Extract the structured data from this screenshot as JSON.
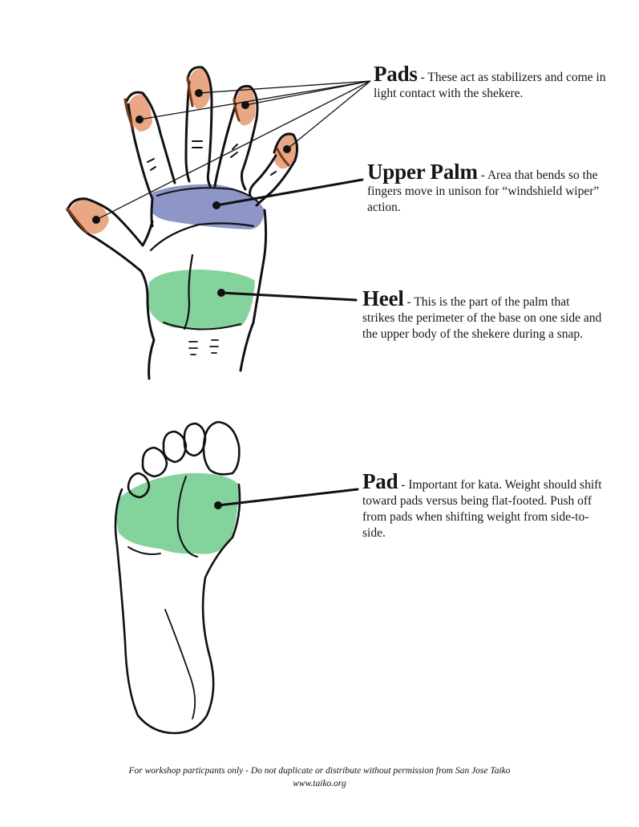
{
  "callouts": {
    "pads": {
      "term": "Pads",
      "separator": " - ",
      "description": "These act as stabilizers and come in light contact with the shekere."
    },
    "upper": {
      "term": "Upper Palm",
      "separator": " - ",
      "description": "Area that bends so the fingers move in unison for “windshield wiper” action."
    },
    "heel": {
      "term": "Heel",
      "separator": " - ",
      "description": "This is the part of the palm that strikes the perimeter of the base on one side and the upper body of the shekere during a snap."
    },
    "pad": {
      "term": "Pad",
      "separator": " - ",
      "description": "Important for kata. Weight should shift toward pads versus being flat-footed.  Push off from pads when shifting weight from side-to-side."
    }
  },
  "footer": {
    "notice": "For workshop particpants only - Do not duplicate or distribute without permission from San Jose Taiko",
    "website": "www.taiko.org"
  },
  "colors": {
    "finger_pad": "#e9a784",
    "upper_palm": "#8e96c8",
    "heel": "#84d39d",
    "foot_pad": "#84d39d",
    "outline": "#111111",
    "finger_shadow": "#7a3a1c"
  }
}
